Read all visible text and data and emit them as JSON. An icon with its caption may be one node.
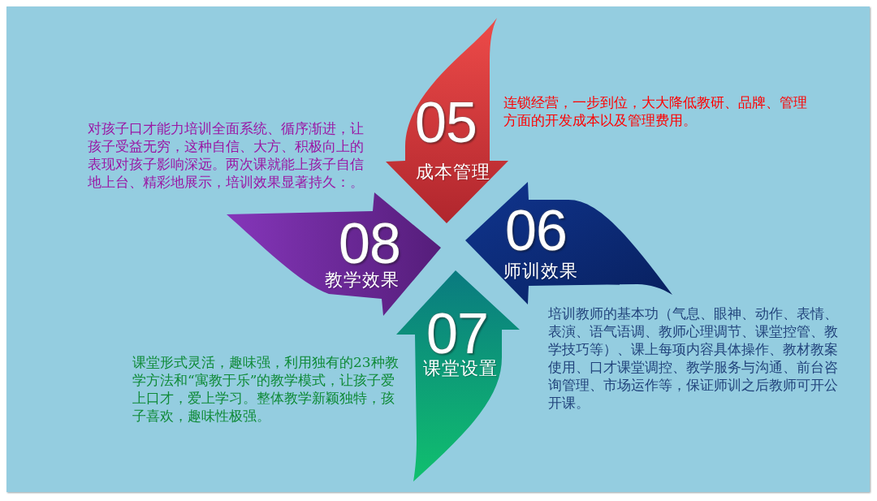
{
  "diagram": {
    "nodes": [
      {
        "text": [
          "05",
          "成本管理"
        ],
        "beside": [
          "连锁经营，一步到位，大大降低教研、品牌、管理方面的开发成本以及管理费用。"
        ]
      },
      {
        "text": [
          "06",
          "师训效果"
        ],
        "beside": [
          "培训教师的基本功（气息、眼神、动作、表情、表演、语气语调、教师心理调节、课堂控管、教学技巧等）、课上每项内容具体操作、教材教案使用、口才课堂调控、教学服务与沟通、前台咨询管理、市场运作等，保证师训之后教师可开公开课。"
        ]
      },
      {
        "text": [
          "07",
          "课堂设置"
        ],
        "beside": [
          "课堂形式灵活，趣味强，利用独有的23种教学方法和“寓教于乐”的教学模式，让孩子爱上口才，爱上学习。整体教学新颖独特，孩子喜欢，趣味性极强。"
        ]
      },
      {
        "text": [
          "08",
          "教学效果"
        ],
        "beside": [
          "对孩子口才能力培训全面系统、循序渐进，让孩子受益无穷，这种自信、大方、积极向上的表现对孩子影响深远。两次课就能上孩子自信地上台、精彩地展示，培训效果显著持久：。"
        ]
      }
    ]
  }
}
